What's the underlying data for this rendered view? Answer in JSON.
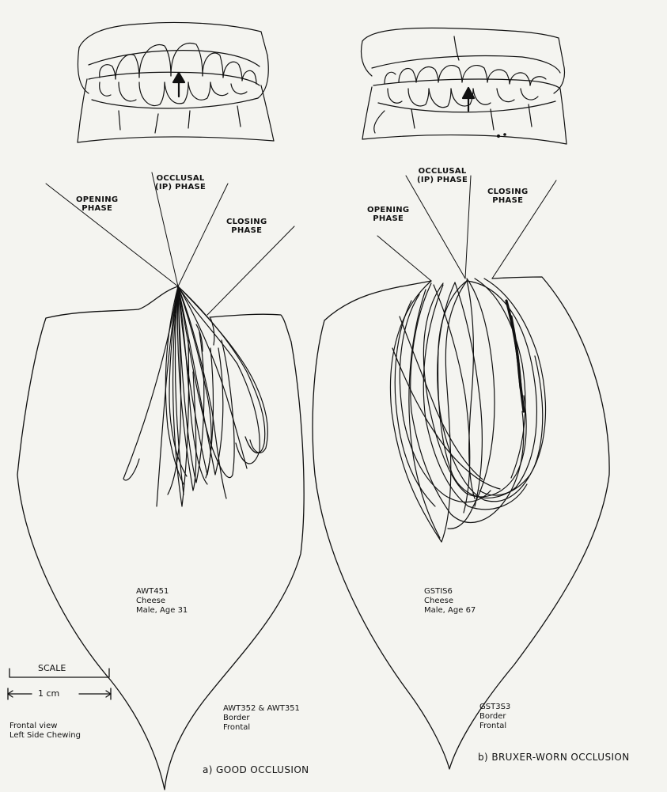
{
  "panels": {
    "a": {
      "phase_labels": {
        "opening": "OPENING\nPHASE",
        "occlusal": "OCCLUSAL\n(IP) PHASE",
        "closing": "CLOSING\nPHASE"
      },
      "subject": {
        "id": "AWT451",
        "food": "Cheese",
        "info": "Male, Age 31"
      },
      "border": {
        "ids": "AWT352 & AWT351",
        "type": "Border",
        "view": "Frontal"
      },
      "caption": "a) GOOD OCCLUSION"
    },
    "b": {
      "phase_labels": {
        "opening": "OPENING\nPHASE",
        "occlusal": "OCCLUSAL\n(IP) PHASE",
        "closing": "CLOSING\nPHASE"
      },
      "subject": {
        "id": "GSTIS6",
        "food": "Cheese",
        "info": "Male, Age 67"
      },
      "border": {
        "ids": "GST3S3",
        "type": "Border",
        "view": "Frontal"
      },
      "caption": "b) BRUXER-WORN OCCLUSION"
    }
  },
  "scale": {
    "title": "SCALE",
    "unit": "1 cm"
  },
  "view_note": {
    "line1": "Frontal view",
    "line2": "Left Side Chewing"
  },
  "colors": {
    "ink": "#111111",
    "paper": "#f4f4f0"
  }
}
